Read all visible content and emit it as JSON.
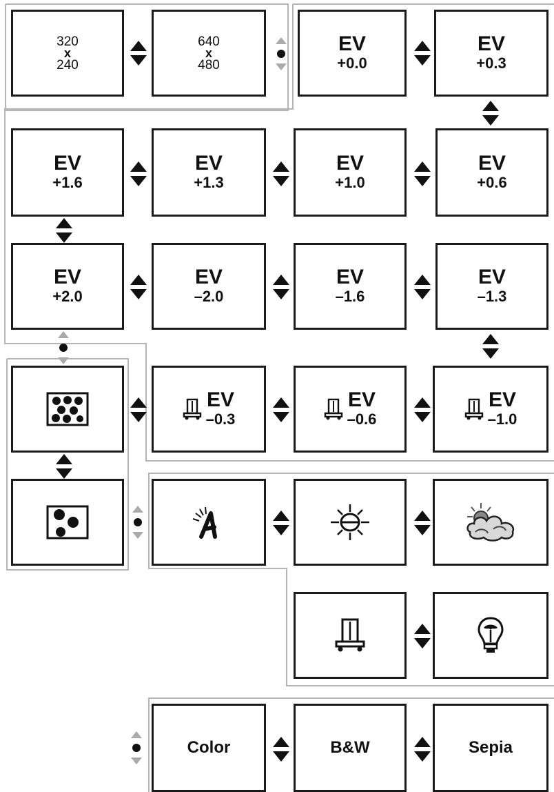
{
  "resolution": [
    {
      "w": "320",
      "x": "x",
      "h": "240"
    },
    {
      "w": "640",
      "x": "x",
      "h": "480"
    }
  ],
  "ev_prefix": "EV",
  "ev_values": {
    "p00": "+0.0",
    "p03": "+0.3",
    "p06": "+0.6",
    "p10": "+1.0",
    "p13": "+1.3",
    "p16": "+1.6",
    "p20": "+2.0",
    "m20": "–2.0",
    "m16": "–1.6",
    "m13": "–1.3",
    "m10": "–1.0",
    "m06": "–0.6",
    "m03": "–0.3"
  },
  "color_modes": [
    "Color",
    "B&W",
    "Sepia"
  ],
  "icons": {
    "quality_fine": "quality-fine-icon",
    "quality_normal": "quality-normal-icon",
    "wb_auto": "white-balance-auto-icon",
    "wb_sunny": "white-balance-sunny-icon",
    "wb_cloudy": "white-balance-cloudy-icon",
    "wb_fluorescent": "white-balance-fluorescent-icon",
    "wb_tungsten": "white-balance-tungsten-icon"
  },
  "colors": {
    "border": "#1a1a1a",
    "group_outline": "#b5b5b5",
    "inactive_arrow": "#aaaaaa"
  }
}
